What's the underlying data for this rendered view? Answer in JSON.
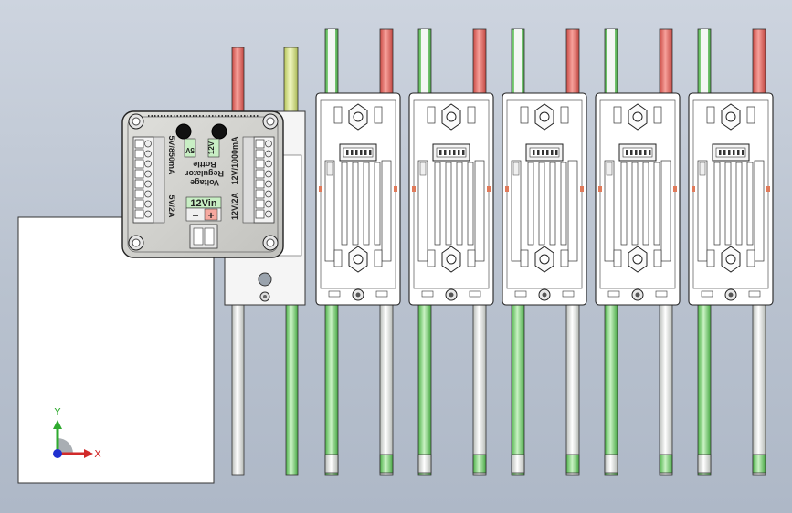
{
  "board": {
    "title_line1": "Voltage",
    "title_line2": "Regulator",
    "title_line3": "Bottle",
    "label_5v_850ma": "5V/850mA",
    "label_5v_2a": "5V/2A",
    "label_12v_1000ma": "12V/1000mA",
    "label_12v_2a": "12V/2A",
    "label_5v": "5V",
    "label_12v": "12V",
    "label_12vin": "12Vin",
    "minus_sign": "−",
    "plus_sign": "+"
  },
  "axes": {
    "x_label": "X",
    "y_label": "Y"
  },
  "colors": {
    "red_wire": "#e8706a",
    "green_wire": "#8ed889",
    "yellow_wire": "#d9e88a",
    "white_wire": "#f2f4f2",
    "board_fill": "#d0d0cc",
    "module_fill": "#ffffff",
    "background": "#c2cad6"
  }
}
